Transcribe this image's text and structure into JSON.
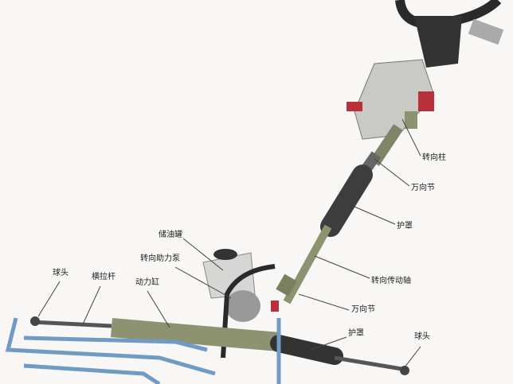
{
  "labels": {
    "steering_column": "转向柱",
    "universal_joint_upper": "万向节",
    "boot_upper": "护罩",
    "reservoir": "储油罐",
    "power_pump": "转向助力泵",
    "drive_shaft": "转向传动轴",
    "power_cylinder": "动力缸",
    "ball_joint_left": "球头",
    "tie_rod": "横拉杆",
    "universal_joint_lower": "万向节",
    "boot_lower": "护罩",
    "ball_joint_right": "球头"
  },
  "colors": {
    "metal": "#8d9270",
    "dark": "#2a2a2a",
    "red": "#b8303a",
    "hose": "#6f9bc4"
  }
}
